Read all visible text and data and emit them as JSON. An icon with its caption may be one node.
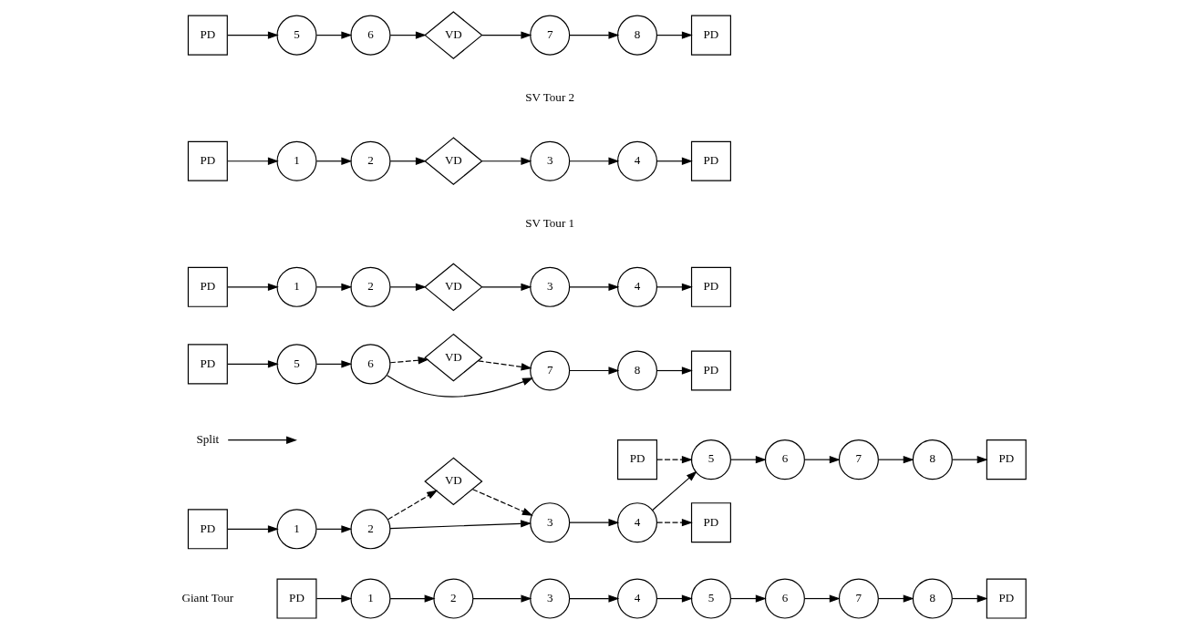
{
  "diagram": {
    "nodes": [
      {
        "text": [
          "PD"
        ]
      },
      {
        "text": [
          "1"
        ]
      },
      {
        "text": [
          "2"
        ]
      },
      {
        "text": [
          "3"
        ]
      },
      {
        "text": [
          "4"
        ]
      },
      {
        "text": [
          "5"
        ]
      },
      {
        "text": [
          "6"
        ]
      },
      {
        "text": [
          "7"
        ]
      },
      {
        "text": [
          "8"
        ]
      },
      {
        "text": [
          "PD"
        ]
      },
      {
        "text": [
          "VD"
        ]
      },
      {
        "text": [
          "Split"
        ]
      },
      {
        "text": [
          "PD"
        ]
      },
      {
        "text": [
          "1"
        ]
      },
      {
        "text": [
          "2"
        ]
      },
      {
        "text": [
          "3"
        ]
      },
      {
        "text": [
          "4"
        ]
      },
      {
        "text": [
          "5"
        ]
      },
      {
        "text": [
          "6"
        ]
      },
      {
        "text": [
          "7"
        ]
      },
      {
        "text": [
          "8"
        ]
      },
      {
        "text": [
          "PD"
        ]
      },
      {
        "text": [
          "PD"
        ]
      },
      {
        "text": [
          "PD"
        ]
      },
      {
        "text": [
          "VD"
        ]
      },
      {
        "text": [
          "PD"
        ]
      },
      {
        "text": [
          "1"
        ]
      },
      {
        "text": [
          "2"
        ]
      },
      {
        "text": [
          "VD"
        ]
      },
      {
        "text": [
          "3"
        ]
      },
      {
        "text": [
          "4"
        ]
      },
      {
        "text": [
          "PD"
        ]
      },
      {
        "text": [
          "PD"
        ]
      },
      {
        "text": [
          "5"
        ]
      },
      {
        "text": [
          "6"
        ]
      },
      {
        "text": [
          "7"
        ]
      },
      {
        "text": [
          "8"
        ]
      },
      {
        "text": [
          "PD"
        ]
      },
      {
        "text": [
          "PD"
        ]
      },
      {
        "text": [
          "1"
        ]
      },
      {
        "text": [
          "2"
        ]
      },
      {
        "text": [
          "VD"
        ]
      },
      {
        "text": [
          "3"
        ]
      },
      {
        "text": [
          "4"
        ]
      },
      {
        "text": [
          "PD"
        ]
      },
      {
        "text": [
          "PD"
        ]
      },
      {
        "text": [
          "5"
        ]
      },
      {
        "text": [
          "6"
        ]
      },
      {
        "text": [
          "VD"
        ]
      },
      {
        "text": [
          "7"
        ]
      },
      {
        "text": [
          "8"
        ]
      },
      {
        "text": [
          "PD"
        ]
      }
    ],
    "edges": [
      {
        "from": 0,
        "to": 1,
        "arrow": "to"
      },
      {
        "from": 1,
        "to": 2,
        "arrow": "to"
      },
      {
        "from": 2,
        "to": 3,
        "arrow": "to"
      },
      {
        "from": 3,
        "to": 4,
        "arrow": "to"
      },
      {
        "from": 4,
        "to": 5,
        "arrow": "to"
      },
      {
        "from": 5,
        "to": 6,
        "arrow": "to"
      },
      {
        "from": 6,
        "to": 7,
        "arrow": "to"
      },
      {
        "from": 7,
        "to": 8,
        "arrow": "to"
      },
      {
        "from": 8,
        "to": 9,
        "arrow": "to"
      },
      {
        "from": 12,
        "to": 13,
        "arrow": "to"
      },
      {
        "from": 13,
        "to": 14,
        "arrow": "to"
      },
      {
        "from": 14,
        "to": 10,
        "arrow": "to",
        "style": "dashed"
      },
      {
        "from": 10,
        "to": 15,
        "arrow": "to",
        "style": "dashed"
      },
      {
        "from": 14,
        "to": 15,
        "arrow": "to"
      },
      {
        "from": 15,
        "to": 16,
        "arrow": "to"
      },
      {
        "from": 16,
        "to": 22,
        "arrow": "to",
        "style": "dashed"
      },
      {
        "from": 16,
        "to": 17,
        "arrow": "to"
      },
      {
        "from": 23,
        "to": 17,
        "arrow": "to",
        "style": "dashed"
      },
      {
        "from": 17,
        "to": 18,
        "arrow": "to"
      },
      {
        "from": 18,
        "to": 19,
        "arrow": "to"
      },
      {
        "from": 19,
        "to": 20,
        "arrow": "to"
      },
      {
        "from": 20,
        "to": 21,
        "arrow": "to"
      },
      {
        "from": 11,
        "to": null,
        "arrow": "to"
      },
      {
        "from": 25,
        "to": 26,
        "arrow": "to"
      },
      {
        "from": 26,
        "to": 27,
        "arrow": "to"
      },
      {
        "from": 27,
        "to": 28,
        "arrow": "to"
      },
      {
        "from": 28,
        "to": 29,
        "arrow": "to"
      },
      {
        "from": 29,
        "to": 30,
        "arrow": "to"
      },
      {
        "from": 30,
        "to": 31,
        "arrow": "to"
      },
      {
        "from": 32,
        "to": 33,
        "arrow": "to"
      },
      {
        "from": 33,
        "to": 34,
        "arrow": "to"
      },
      {
        "from": 34,
        "to": 24,
        "arrow": "to",
        "style": "dashed"
      },
      {
        "from": 24,
        "to": 35,
        "arrow": "to",
        "style": "dashed"
      },
      {
        "from": 34,
        "to": 35,
        "arrow": "to"
      },
      {
        "from": 35,
        "to": 36,
        "arrow": "to"
      },
      {
        "from": 36,
        "to": 37,
        "arrow": "to"
      },
      {
        "from": 38,
        "to": 39,
        "arrow": "to"
      },
      {
        "from": 39,
        "to": 40,
        "arrow": "to"
      },
      {
        "from": 40,
        "to": 41,
        "arrow": "to"
      },
      {
        "from": 41,
        "to": 42,
        "arrow": "to"
      },
      {
        "from": 42,
        "to": 43,
        "arrow": "to"
      },
      {
        "from": 43,
        "to": 44,
        "arrow": "to"
      },
      {
        "from": 45,
        "to": 46,
        "arrow": "to"
      },
      {
        "from": 46,
        "to": 47,
        "arrow": "to"
      },
      {
        "from": 47,
        "to": 48,
        "arrow": "to"
      },
      {
        "from": 48,
        "to": 49,
        "arrow": "to"
      },
      {
        "from": 49,
        "to": 50,
        "arrow": "to"
      },
      {
        "from": 50,
        "to": 51,
        "arrow": "to"
      }
    ],
    "labels": [
      "Giant Tour",
      "SV Tour 1",
      "SV Tour 2"
    ]
  }
}
